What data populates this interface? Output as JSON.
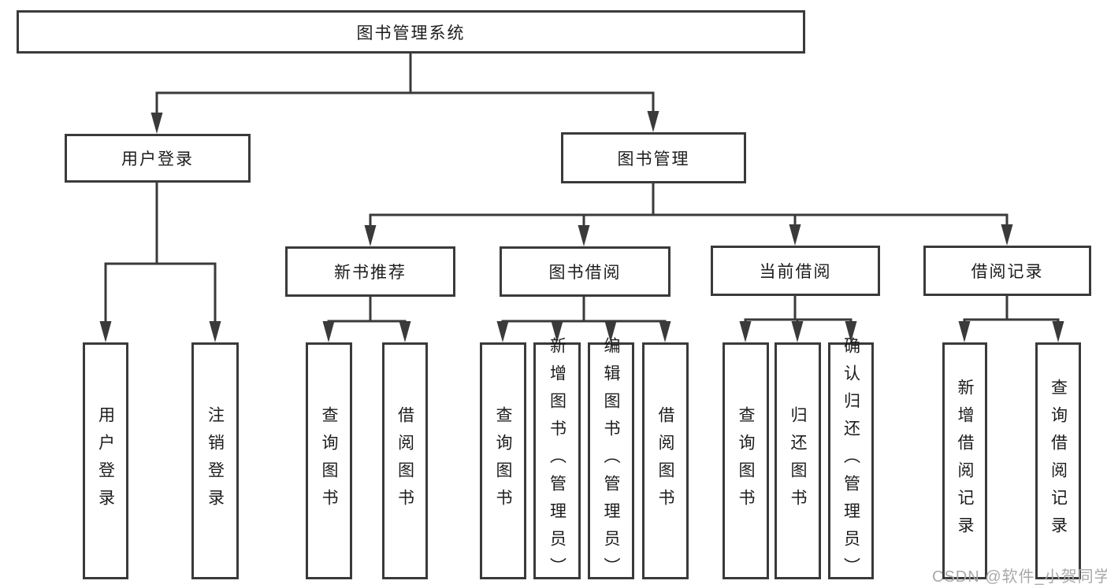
{
  "tree": {
    "label": "图书管理系统",
    "children": [
      {
        "label": "用户登录",
        "children": [
          {
            "label": "用户登录"
          },
          {
            "label": "注销登录"
          }
        ]
      },
      {
        "label": "图书管理",
        "children": [
          {
            "label": "新书推荐",
            "children": [
              {
                "label": "查询图书"
              },
              {
                "label": "借阅图书"
              }
            ]
          },
          {
            "label": "图书借阅",
            "children": [
              {
                "label": "查询图书"
              },
              {
                "label": "新增图书（管理员）"
              },
              {
                "label": "编辑图书（管理员）"
              },
              {
                "label": "借阅图书"
              }
            ]
          },
          {
            "label": "当前借阅",
            "children": [
              {
                "label": "查询图书"
              },
              {
                "label": "归还图书"
              },
              {
                "label": "确认归还（管理员）"
              }
            ]
          },
          {
            "label": "借阅记录",
            "children": [
              {
                "label": "新增借阅记录"
              },
              {
                "label": "查询借阅记录"
              }
            ]
          }
        ]
      }
    ]
  },
  "colors": {
    "line": "#3a3a3a",
    "text": "#1c1c1c",
    "watermark": "#a9a9a9"
  },
  "watermark": "CSDN @软件_小贺同学"
}
